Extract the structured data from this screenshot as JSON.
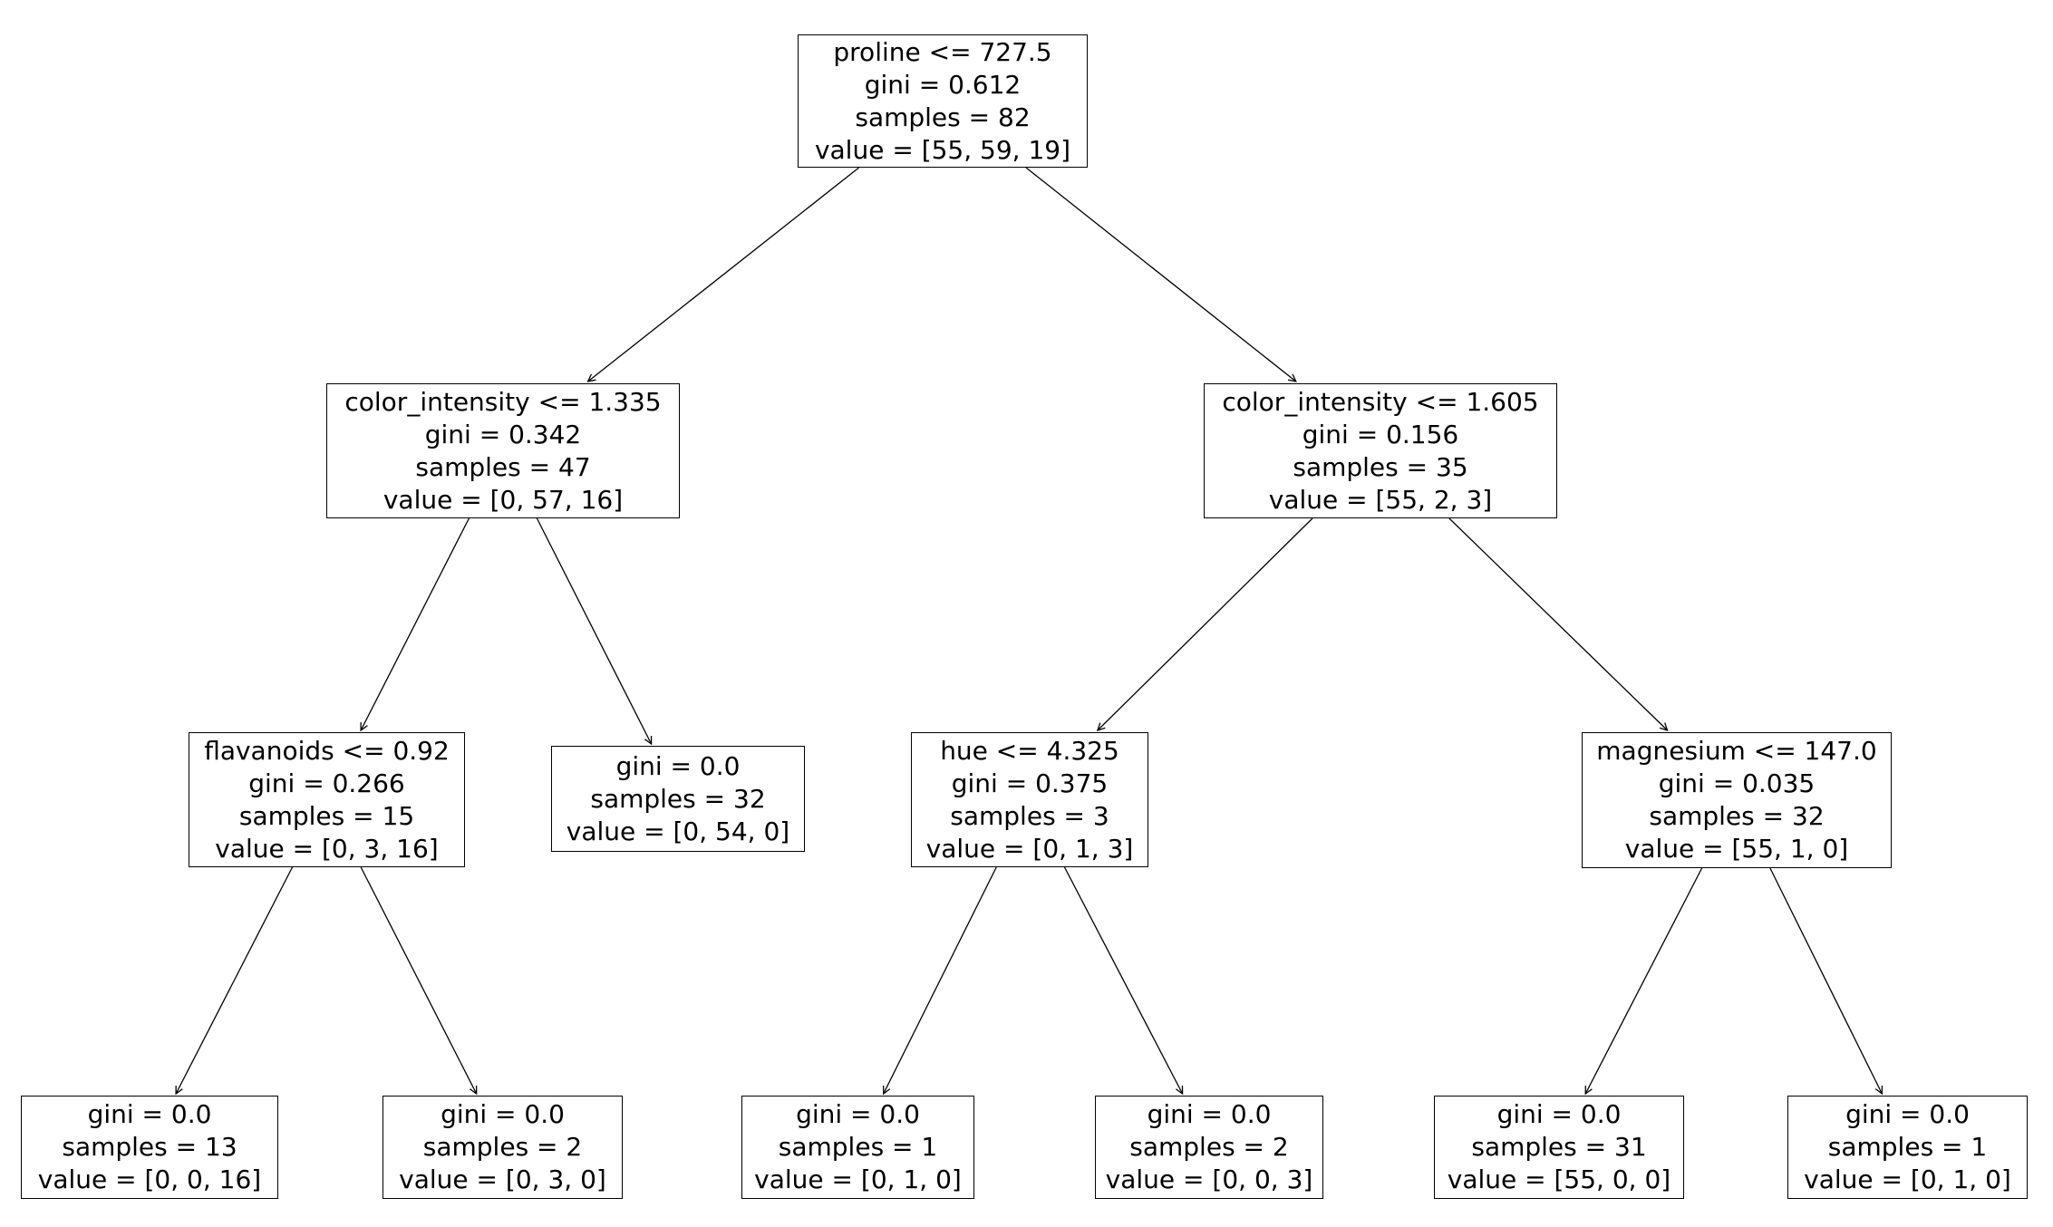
{
  "tree": {
    "kind": "decision-tree-plot",
    "criterion": "gini",
    "colors": {
      "background": "#ffffff",
      "node_fill": "#ffffff",
      "node_border": "#000000",
      "text": "#000000",
      "edge": "#000000"
    },
    "nodes": [
      {
        "id": "root",
        "lines": [
          "proline <= 727.5",
          "gini = 0.612",
          "samples = 82",
          "value = [55, 59, 19]"
        ]
      },
      {
        "id": "l",
        "lines": [
          "color_intensity <= 1.335",
          "gini = 0.342",
          "samples = 47",
          "value = [0, 57, 16]"
        ]
      },
      {
        "id": "r",
        "lines": [
          "color_intensity <= 1.605",
          "gini = 0.156",
          "samples = 35",
          "value = [55, 2, 3]"
        ]
      },
      {
        "id": "ll",
        "lines": [
          "flavanoids <= 0.92",
          "gini = 0.266",
          "samples = 15",
          "value = [0, 3, 16]"
        ]
      },
      {
        "id": "lr",
        "lines": [
          "gini = 0.0",
          "samples = 32",
          "value = [0, 54, 0]"
        ]
      },
      {
        "id": "rl",
        "lines": [
          "hue <= 4.325",
          "gini = 0.375",
          "samples = 3",
          "value = [0, 1, 3]"
        ]
      },
      {
        "id": "rr",
        "lines": [
          "magnesium <= 147.0",
          "gini = 0.035",
          "samples = 32",
          "value = [55, 1, 0]"
        ]
      },
      {
        "id": "lll",
        "lines": [
          "gini = 0.0",
          "samples = 13",
          "value = [0, 0, 16]"
        ]
      },
      {
        "id": "llr",
        "lines": [
          "gini = 0.0",
          "samples = 2",
          "value = [0, 3, 0]"
        ]
      },
      {
        "id": "rll",
        "lines": [
          "gini = 0.0",
          "samples = 1",
          "value = [0, 1, 0]"
        ]
      },
      {
        "id": "rlr",
        "lines": [
          "gini = 0.0",
          "samples = 2",
          "value = [0, 0, 3]"
        ]
      },
      {
        "id": "rrl",
        "lines": [
          "gini = 0.0",
          "samples = 31",
          "value = [55, 0, 0]"
        ]
      },
      {
        "id": "rrr",
        "lines": [
          "gini = 0.0",
          "samples = 1",
          "value = [0, 1, 0]"
        ]
      }
    ],
    "edges": [
      {
        "from": "root",
        "to": "l"
      },
      {
        "from": "root",
        "to": "r"
      },
      {
        "from": "l",
        "to": "ll"
      },
      {
        "from": "l",
        "to": "lr"
      },
      {
        "from": "r",
        "to": "rl"
      },
      {
        "from": "r",
        "to": "rr"
      },
      {
        "from": "ll",
        "to": "lll"
      },
      {
        "from": "ll",
        "to": "llr"
      },
      {
        "from": "rl",
        "to": "rll"
      },
      {
        "from": "rl",
        "to": "rlr"
      },
      {
        "from": "rr",
        "to": "rrl"
      },
      {
        "from": "rr",
        "to": "rrr"
      }
    ]
  }
}
